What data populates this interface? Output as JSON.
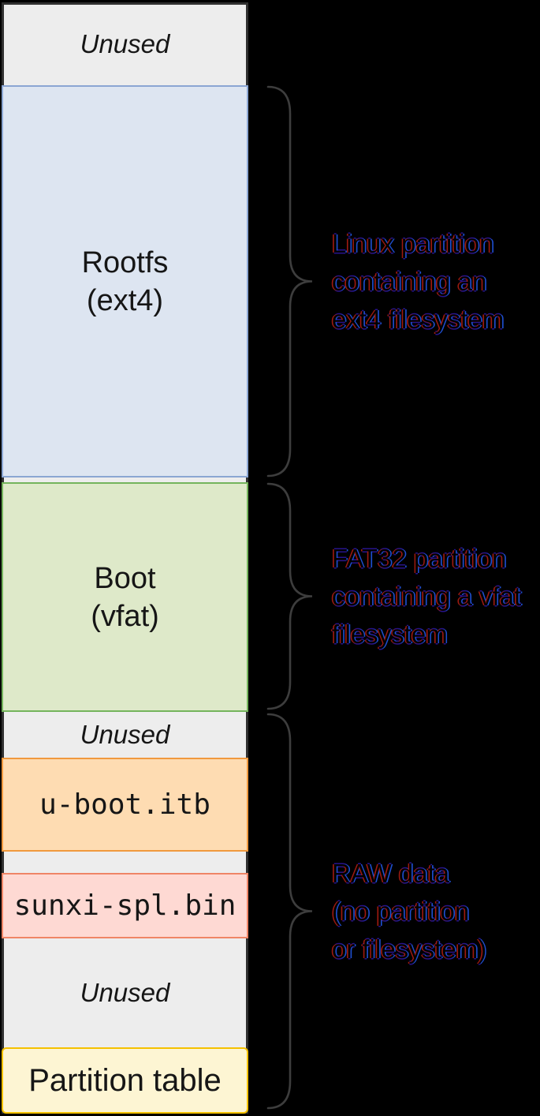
{
  "diagram": {
    "partitions": [
      {
        "name": "unused-top",
        "label": "Unused"
      },
      {
        "name": "rootfs",
        "line1": "Rootfs",
        "line2": "(ext4)",
        "fill": "#dde5f1",
        "border": "#8ba6d3"
      },
      {
        "name": "gap-1",
        "label": ""
      },
      {
        "name": "boot",
        "line1": "Boot",
        "line2": "(vfat)",
        "fill": "#dee9c9",
        "border": "#74b45c"
      },
      {
        "name": "unused-mid",
        "label": "Unused"
      },
      {
        "name": "u-boot-itb",
        "label": "u-boot.itb",
        "fill": "#fedcb2",
        "border": "#f0993e"
      },
      {
        "name": "gap-2",
        "label": ""
      },
      {
        "name": "sunxi-spl-bin",
        "label": "sunxi-spl.bin",
        "fill": "#fed9d3",
        "border": "#ef8566"
      },
      {
        "name": "unused-bottom",
        "label": "Unused"
      },
      {
        "name": "partition-table",
        "label": "Partition table",
        "fill": "#fdf5d3",
        "border": "#f5c100"
      }
    ],
    "annotations": [
      {
        "name": "linux-partition-note",
        "lines": [
          "Linux partition",
          "containing an",
          "ext4 filesystem"
        ]
      },
      {
        "name": "fat32-partition-note",
        "lines": [
          "FAT32 partition",
          "containing a vfat",
          "filesystem"
        ]
      },
      {
        "name": "raw-data-note",
        "lines": [
          "RAW data",
          "(no partition",
          "or filesystem)"
        ]
      }
    ],
    "colors": {
      "background": "#000000",
      "unused_fill": "#ededed",
      "column_border": "#303030",
      "brace": "#3d3d3d",
      "rootfs_fill": "#dde5f1",
      "rootfs_border": "#8ba6d3",
      "boot_fill": "#dee9c9",
      "boot_border": "#74b45c",
      "uboot_fill": "#fedcb2",
      "uboot_border": "#f0993e",
      "spl_fill": "#fed9d3",
      "spl_border": "#ef8566",
      "ptable_fill": "#fdf5d3",
      "ptable_border": "#f5c100"
    }
  }
}
